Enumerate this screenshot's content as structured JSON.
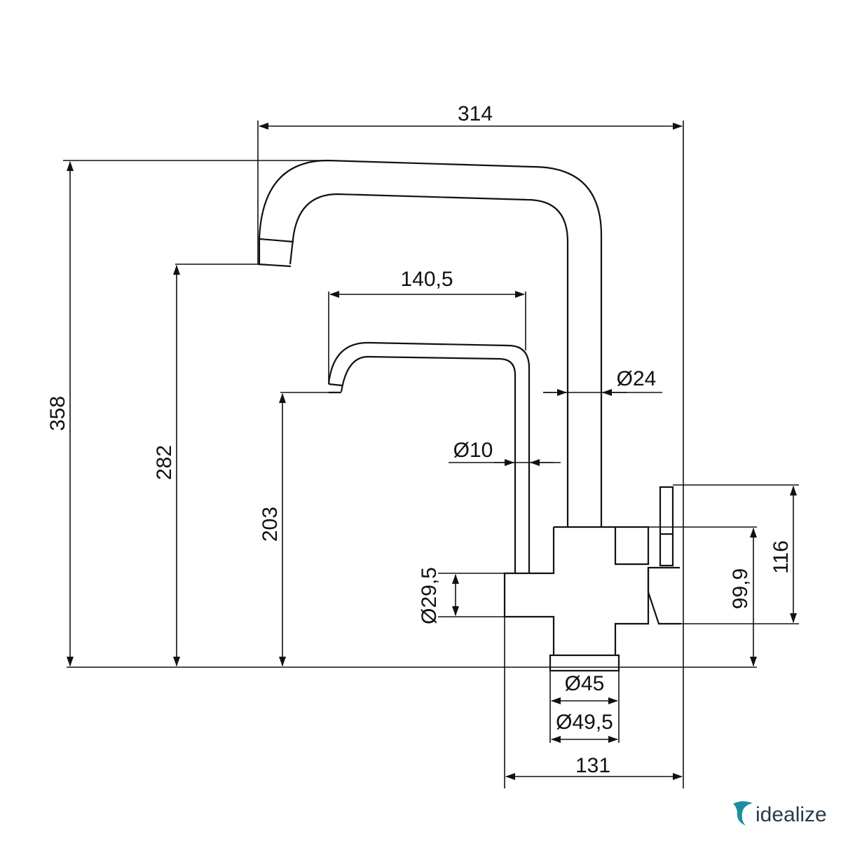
{
  "dimensions": {
    "overall_width": "314",
    "spout_reach": "140,5",
    "overall_height": "358",
    "high_spout_height": "282",
    "low_spout_height": "203",
    "main_spout_diameter": "Ø24",
    "small_spout_diameter": "Ø10",
    "side_outlet_diameter": "Ø29,5",
    "base_inner_diameter": "Ø45",
    "base_outer_diameter": "Ø49,5",
    "base_width": "131",
    "lever_height": "99,9",
    "handle_height": "116"
  },
  "brand": {
    "name": "idealize",
    "logo_color": "#1a8fa0"
  }
}
